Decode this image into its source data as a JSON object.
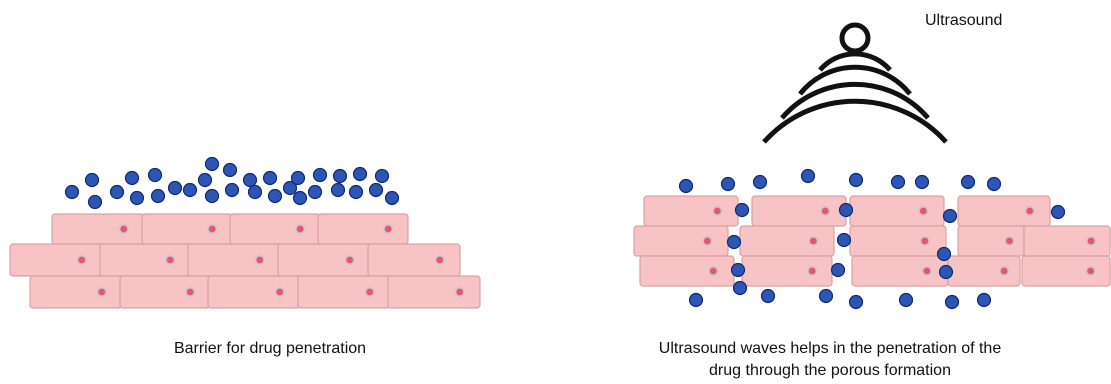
{
  "left_panel": {
    "caption": "Barrier for drug penetration"
  },
  "right_panel": {
    "ultrasound_label": "Ultrasound",
    "caption_line1": "Ultrasound waves helps in the penetration of the",
    "caption_line2": "drug through the porous formation"
  },
  "colors": {
    "cell_fill": "#f7c3c4",
    "nucleus": "#e8537a",
    "drug_particle": "#2d55b5",
    "waves": "#111111"
  },
  "icons": [
    "ultrasound-source-icon"
  ]
}
